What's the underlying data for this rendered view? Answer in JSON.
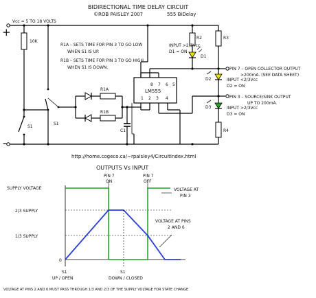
{
  "header": {
    "title": "BIDIRECTIONAL TIME DELAY CIRCUIT",
    "subtitle": "555 BiDelay",
    "author": "©ROB PAISLEY 2007"
  },
  "supply": {
    "vcc_label": "Vcc = 5 TO 18 VOLTS",
    "plus": "+",
    "minus": "−"
  },
  "components": {
    "r_10k": "10K",
    "s1": "S1",
    "s1b": "S1",
    "r1a": "R1A",
    "r1b": "R1B",
    "c1": "C1",
    "r2": "R2",
    "d1": "D1",
    "r3": "R3",
    "d2": "D2",
    "d3": "D3",
    "r4": "R4",
    "ic_name": "LM555",
    "pins_top": [
      "8",
      "7",
      "6",
      "5"
    ],
    "pins_bottom": [
      "1",
      "2",
      "3",
      "4"
    ]
  },
  "notes": {
    "r1a_line1": "R1A – SETS TIME FOR PIN 3 TO GO LOW",
    "r1a_line2": "WHEN S1 IS UP.",
    "r1b_line1": "R1B – SETS TIME FOR PIN 3 TO GO HIGH",
    "r1b_line2": "WHEN S1 IS DOWN.",
    "d1_line1": "INPUT >2/3Vcc",
    "d1_line2": "D1 = ON",
    "d2_line1": "INPUT <2/3Vcc",
    "d2_line2": "D2 = ON",
    "d3_line1": "INPUT >2/3Vcc",
    "d3_line2": "D3 = ON",
    "pin7_line1": "PIN 7 – OPEN COLLECTOR OUTPUT",
    "pin7_line2": ">200mA. (SEE DATA SHEET)",
    "pin3_line1": "PIN 3 – SOURCE/SINK OUTPUT",
    "pin3_line2": "UP TO 200mA."
  },
  "url": "http://home.cogeco.ca/~rpaisley4/CircuitIndex.html",
  "graph": {
    "title": "OUTPUTS Vs INPUT",
    "y_labels": [
      "SUPPLY VOLTAGE",
      "2/3 SUPPLY",
      "1/3 SUPPLY",
      "0"
    ],
    "pin7_on": [
      "PIN 7",
      "ON"
    ],
    "pin7_off": [
      "PIN 7",
      "OFF"
    ],
    "legend_pin3": [
      "VOLTAGE AT",
      "PIN 3"
    ],
    "legend_pins26": [
      "VOLTAGE AT PINS",
      "2 AND 6"
    ],
    "s1_up": [
      "S1",
      "UP / OPEN"
    ],
    "s1_down": [
      "S1",
      "DOWN / CLOSED"
    ],
    "footer": "VOLTAGE AT PINS 2 AND 6 MUST PASS THROUGH 1/3 AND 2/3 OF THE SUPPLY VOLTAGE FOR STATE CHANGE"
  },
  "colors": {
    "led_yellow": "#e8e400",
    "led_green": "#1fa51f",
    "trace_pin3": "#17a317",
    "trace_cap": "#2a3dd8",
    "wire": "#000000"
  }
}
